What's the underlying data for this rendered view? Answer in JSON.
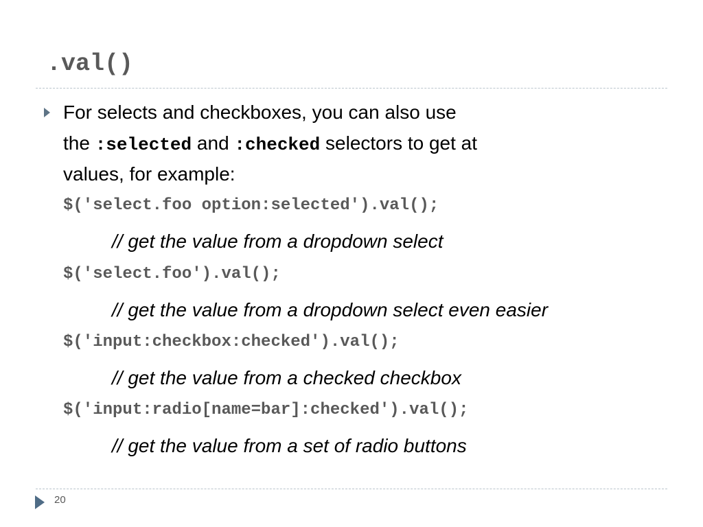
{
  "slide": {
    "title": ".val()",
    "intro": {
      "line1": "For selects and checkboxes, you can also use",
      "line2_prefix": "the ",
      "code_selected": ":selected",
      "line2_and": " and ",
      "code_checked": ":checked",
      "line2_suffix": " selectors to get at",
      "line3": "values, for example:"
    },
    "examples": [
      {
        "code": "$('select.foo option:selected').val();",
        "comment": "// get the value from a dropdown select"
      },
      {
        "code": "$('select.foo').val();",
        "comment": "// get the value from a dropdown select even easier"
      },
      {
        "code": "$('input:checkbox:checked').val();",
        "comment": "// get the value from a checked checkbox"
      },
      {
        "code": "$('input:radio[name=bar]:checked').val();",
        "comment": "// get the value from a set of radio buttons"
      }
    ],
    "page_number": "20"
  },
  "colors": {
    "title": "#595959",
    "code": "#595959",
    "bullet": "#5e7486",
    "footer_marker": "#4f6c86",
    "rule": "#b9c4cc"
  },
  "icons": {
    "bullet": "triangle-bullet-icon",
    "footer": "triangle-footer-icon"
  }
}
